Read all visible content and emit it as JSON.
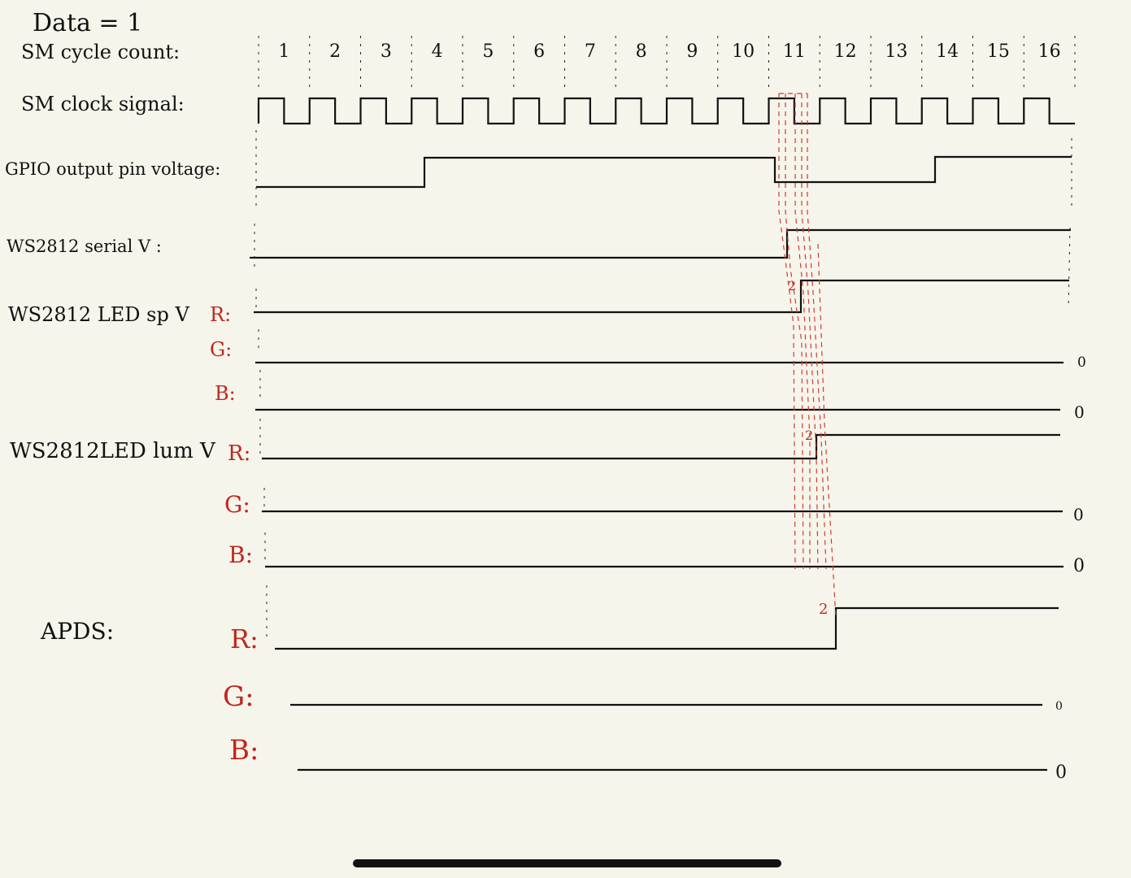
{
  "title": "Data = 1",
  "cycle_label": "SM cycle count:",
  "clock_label": "SM clock signal:",
  "cycles": [
    "1",
    "2",
    "3",
    "4",
    "5",
    "6",
    "7",
    "8",
    "9",
    "10",
    "11",
    "12",
    "13",
    "14",
    "15",
    "16"
  ],
  "signals": {
    "gpio": {
      "label": "GPIO output pin voltage:",
      "high_from_cycle": 4,
      "low_from_cycle": 11,
      "high_again_from_cycle": 14
    },
    "serial": {
      "label": "WS2812 serial V :"
    },
    "led_sp": {
      "label": "WS2812 LED sp V",
      "channels": [
        {
          "name": "R:",
          "value": "2"
        },
        {
          "name": "G:",
          "value": "0"
        },
        {
          "name": "B:",
          "value": "0"
        }
      ]
    },
    "led_lum": {
      "label": "WS2812LED lum V",
      "channels": [
        {
          "name": "R:",
          "value": "2"
        },
        {
          "name": "G:",
          "value": "0"
        },
        {
          "name": "B:",
          "value": "0"
        }
      ]
    },
    "apds": {
      "label": "APDS:",
      "channels": [
        {
          "name": "R:",
          "value": "2"
        },
        {
          "name": "G:",
          "value": "0"
        },
        {
          "name": "B:",
          "value": "0"
        }
      ]
    }
  },
  "colors": {
    "ink": "#111111",
    "accent_red": "#c0271d",
    "paper": "#f6f5ec"
  }
}
